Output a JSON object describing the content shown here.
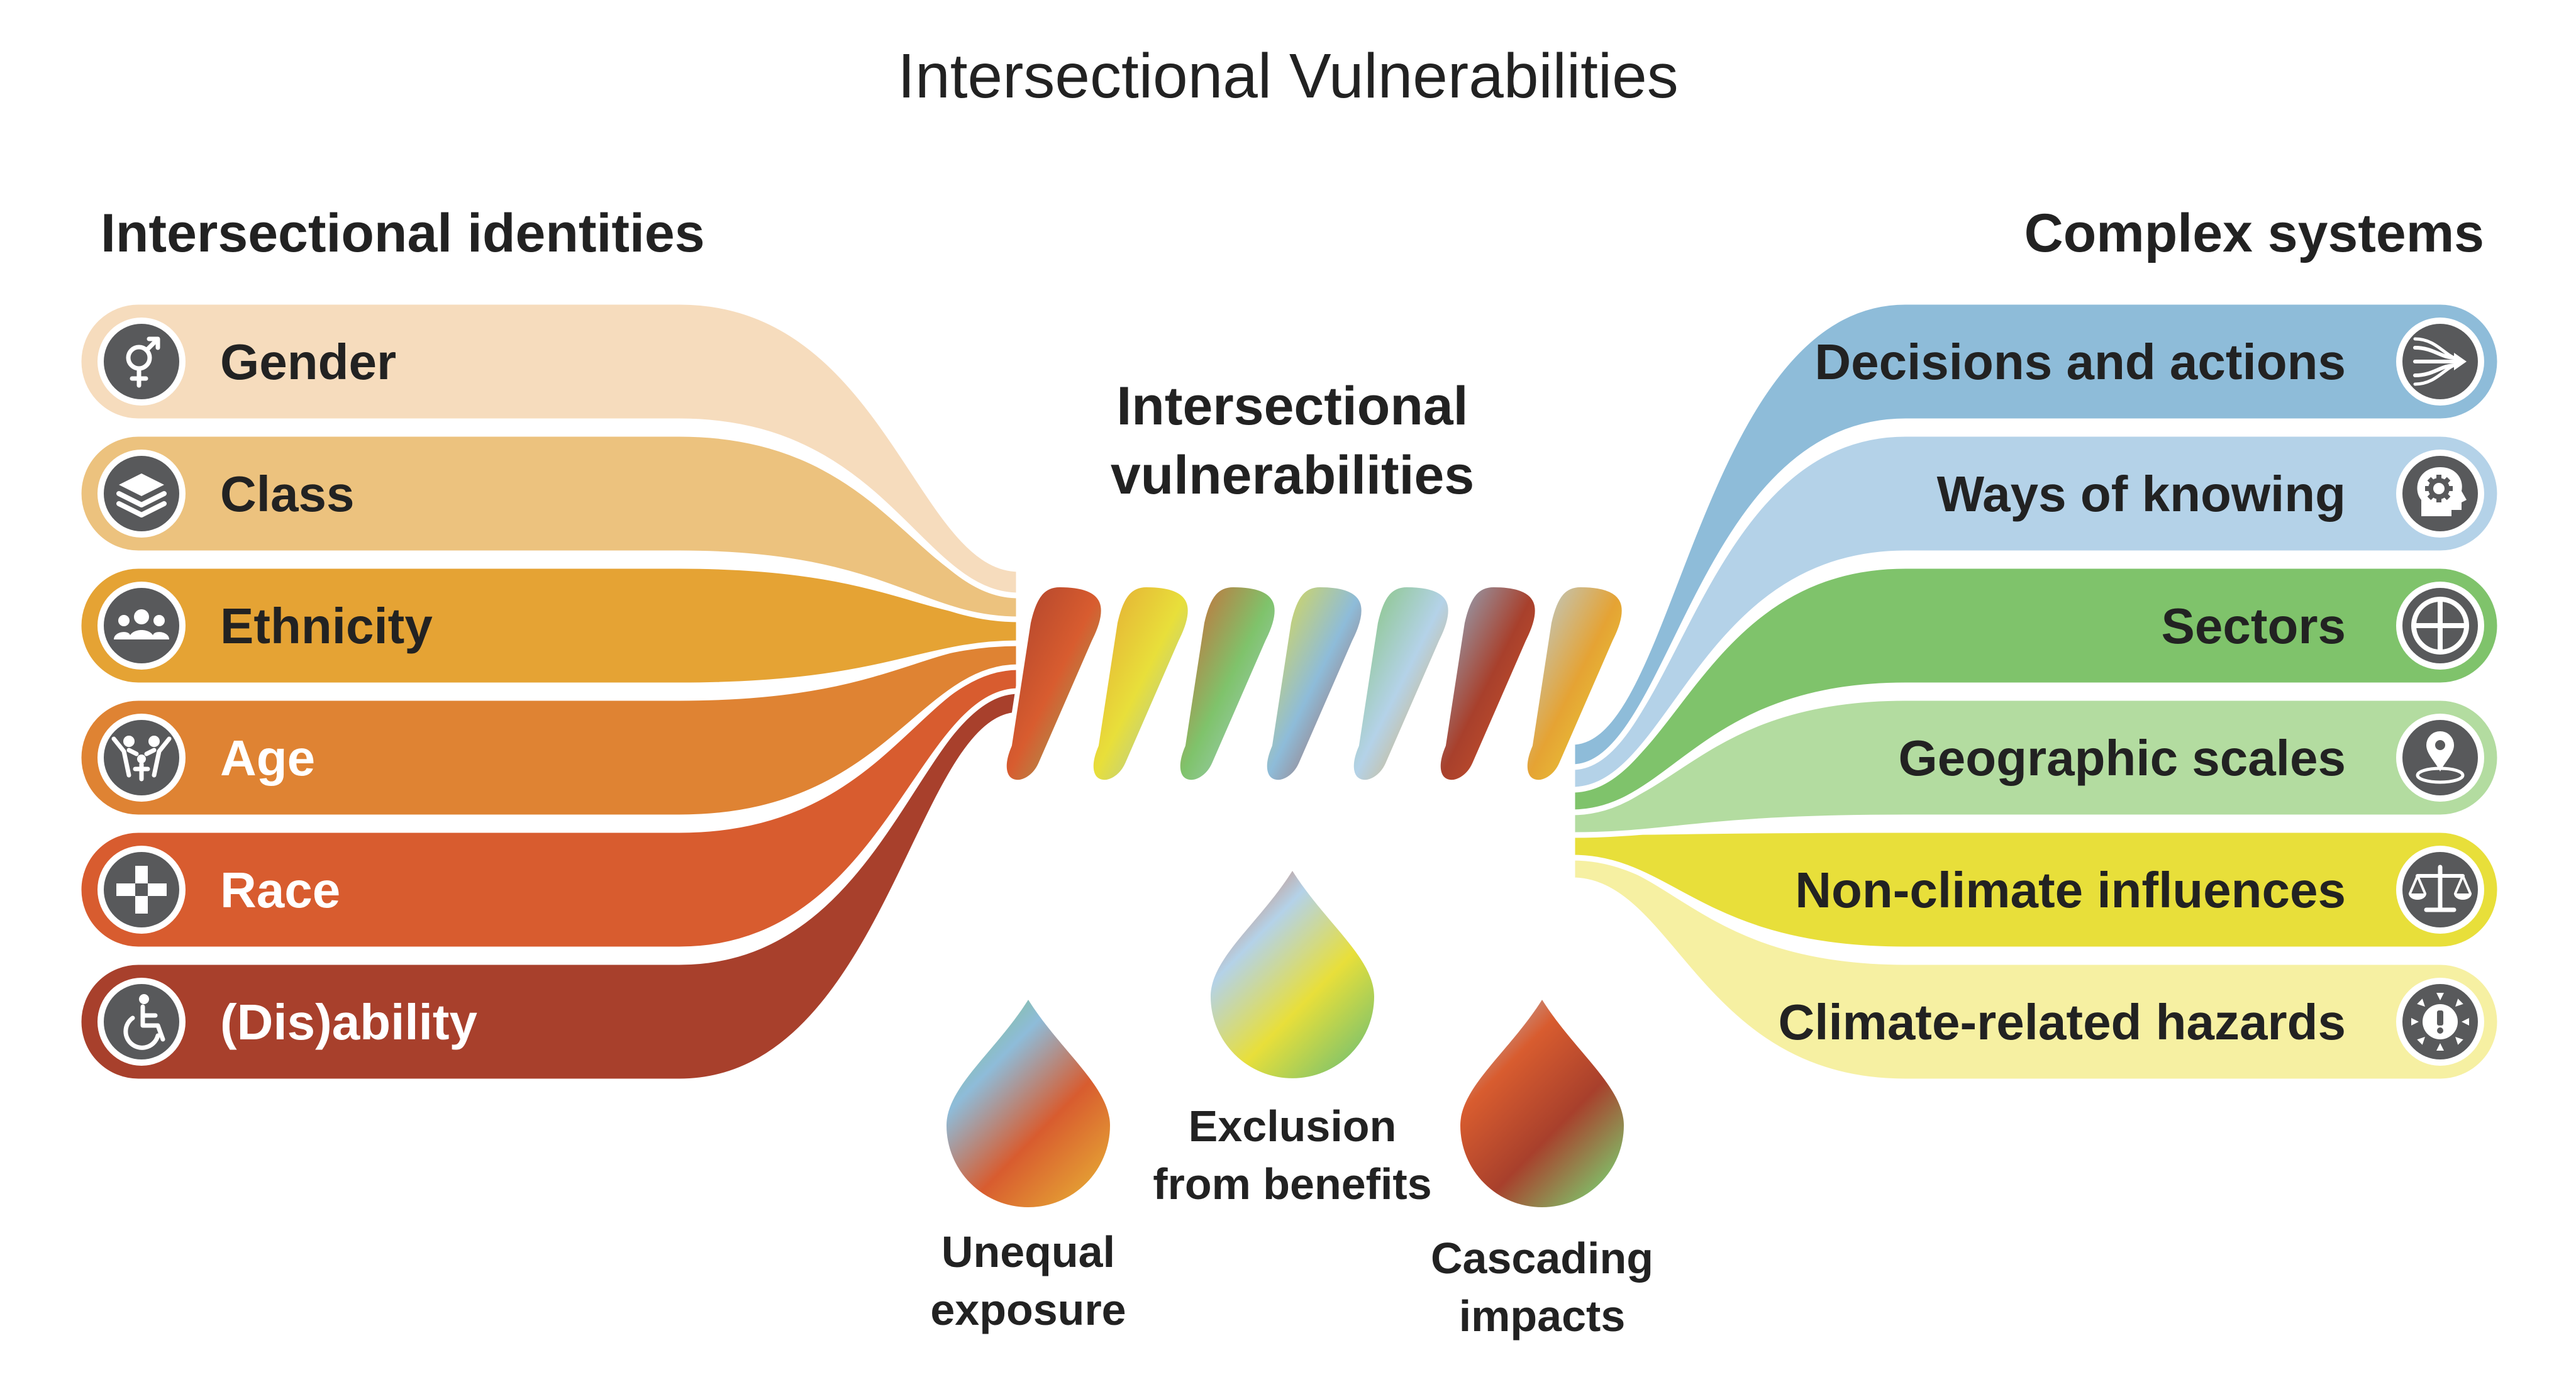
{
  "title": "Intersectional Vulnerabilities",
  "center_heading": [
    "Intersectional",
    "vulnerabilities"
  ],
  "left": {
    "heading": "Intersectional identities",
    "items": [
      {
        "label": "Gender",
        "icon": "gender-icon",
        "color": "#f6dcbd",
        "text_color": "#222222"
      },
      {
        "label": "Class",
        "icon": "layers-icon",
        "color": "#ecc27e",
        "text_color": "#222222"
      },
      {
        "label": "Ethnicity",
        "icon": "people-group-icon",
        "color": "#e5a334",
        "text_color": "#222222"
      },
      {
        "label": "Age",
        "icon": "family-icon",
        "color": "#df8333",
        "text_color": "#ffffff"
      },
      {
        "label": "Race",
        "icon": "joined-hands-icon",
        "color": "#d85c2f",
        "text_color": "#ffffff"
      },
      {
        "label": "(Dis)ability",
        "icon": "wheelchair-icon",
        "color": "#a8402c",
        "text_color": "#ffffff"
      }
    ]
  },
  "right": {
    "heading": "Complex systems",
    "items": [
      {
        "label": "Decisions and actions",
        "icon": "converging-arrows-icon",
        "color": "#8ebcd9",
        "text_color": "#222222"
      },
      {
        "label": "Ways of knowing",
        "icon": "head-gear-icon",
        "color": "#b4d2e8",
        "text_color": "#222222"
      },
      {
        "label": "Sectors",
        "icon": "quartered-circle-icon",
        "color": "#7fc36b",
        "text_color": "#222222"
      },
      {
        "label": "Geographic scales",
        "icon": "location-pin-icon",
        "color": "#b3dca0",
        "text_color": "#222222"
      },
      {
        "label": "Non-climate influences",
        "icon": "balance-scale-icon",
        "color": "#e8df3a",
        "text_color": "#222222"
      },
      {
        "label": "Climate-related hazards",
        "icon": "sun-alert-icon",
        "color": "#f6f0a2",
        "text_color": "#222222"
      }
    ]
  },
  "drops": [
    {
      "label": [
        "Unequal",
        "exposure"
      ]
    },
    {
      "label": [
        "Exclusion",
        "from benefits"
      ]
    },
    {
      "label": [
        "Cascading",
        "impacts"
      ]
    }
  ],
  "twist_colors": [
    "#a8402c",
    "#e5a334",
    "#d85c2f",
    "#e8df3a",
    "#7fc36b",
    "#8ebcd9",
    "#b4d2e8"
  ]
}
